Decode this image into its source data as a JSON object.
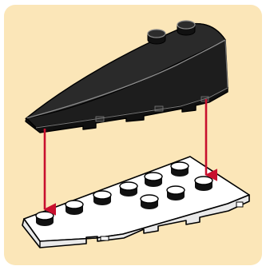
{
  "panel": {
    "background": "#fbe6b8"
  },
  "scene": {
    "upper_part": {
      "name": "black-wedge-slope-piece",
      "color": "#1d1d1d",
      "studs": 2
    },
    "lower_part": {
      "name": "white-wedge-plate",
      "color": "#ffffff",
      "studs": 9
    },
    "arrows": {
      "count": 2,
      "color": "#c8102e",
      "direction": "down"
    }
  }
}
